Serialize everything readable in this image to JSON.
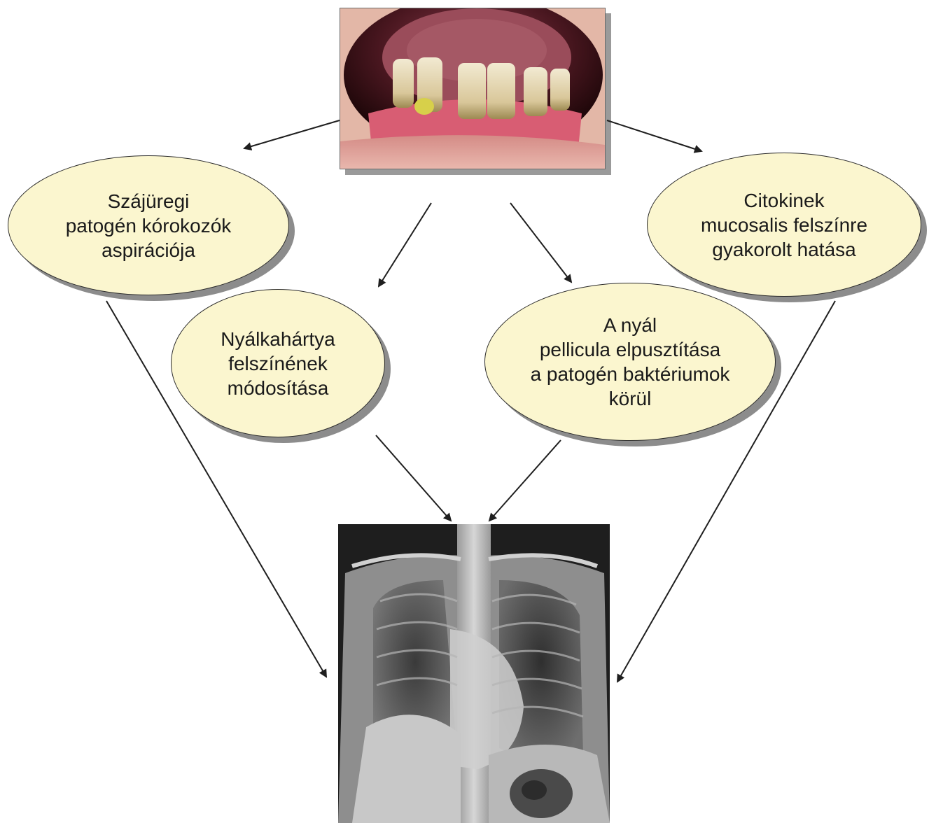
{
  "nodes": [
    {
      "id": "aspiration",
      "lines": [
        "Szájüregi",
        "patogén kórokozók",
        "aspirációja"
      ]
    },
    {
      "id": "mucosa",
      "lines": [
        "Nyálkahártya",
        "felszínének",
        "módosítása"
      ]
    },
    {
      "id": "pellicle",
      "lines": [
        "A nyál",
        "pellicula elpusztítása",
        "a patogén baktériumok",
        "körül"
      ]
    },
    {
      "id": "cytokines",
      "lines": [
        "Citokinek",
        "mucosalis felszínre",
        "gyakorolt hatása"
      ]
    }
  ],
  "images": {
    "top": "photo of lower teeth with periodontal disease",
    "bottom": "chest x-ray radiograph"
  },
  "colors": {
    "bubble_fill": "#fbf6cf",
    "arrow": "#1f1f1f"
  }
}
